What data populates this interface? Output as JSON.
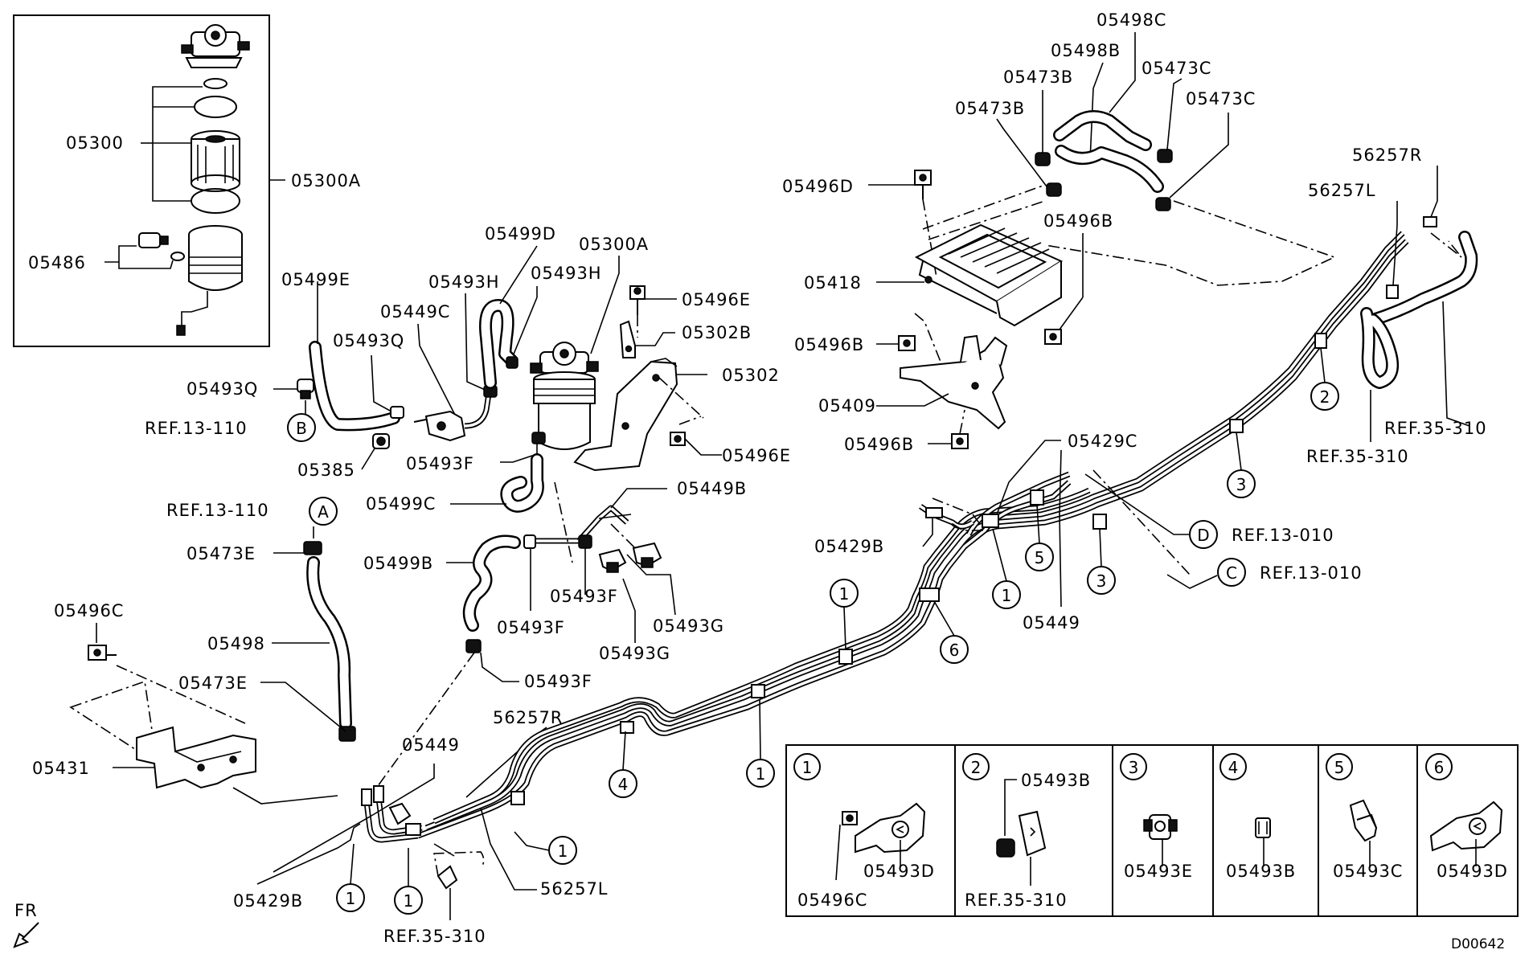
{
  "parts": {
    "p05300": "05300",
    "p05300A": "05300A",
    "p05486": "05486",
    "p05499E": "05499E",
    "p05493Q_a": "05493Q",
    "p05493Q_b": "05493Q",
    "p05449C": "05449C",
    "p05493H_a": "05493H",
    "p05493H_b": "05493H",
    "p05499D": "05499D",
    "p05300A_b": "05300A",
    "p05496E_a": "05496E",
    "p05302B": "05302B",
    "p05302": "05302",
    "p05496E_b": "05496E",
    "p05385": "05385",
    "p05493F_a": "05493F",
    "p05499C": "05499C",
    "p05449B": "05449B",
    "p05499B": "05499B",
    "p05493F_b": "05493F",
    "p05493F_c": "05493F",
    "p05493G_a": "05493G",
    "p05493G_b": "05493G",
    "p05493F_d": "05493F",
    "p05473E_a": "05473E",
    "p05498": "05498",
    "p05496C": "05496C",
    "p05473E_b": "05473E",
    "p05431": "05431",
    "p05449_a": "05449",
    "p56257R_a": "56257R",
    "p05429B_a": "05429B",
    "p56257L_a": "56257L",
    "p05498C": "05498C",
    "p05498B": "05498B",
    "p05473B_a": "05473B",
    "p05473C_a": "05473C",
    "p05473B_b": "05473B",
    "p05473C_b": "05473C",
    "p05496D": "05496D",
    "p05496B_a": "05496B",
    "p05418": "05418",
    "p05496B_b": "05496B",
    "p05409": "05409",
    "p05496B_c": "05496B",
    "p05429C": "05429C",
    "p05429B_b": "05429B",
    "p05449_b": "05449",
    "p56257R_b": "56257R",
    "p56257L_b": "56257L"
  },
  "refs": {
    "ref_13_110_b": "REF.13-110",
    "ref_13_110_a": "REF.13-110",
    "ref_13_010_d": "REF.13-010",
    "ref_13_010_c": "REF.13-010",
    "ref_35_310_a": "REF.35-310",
    "ref_35_310_b": "REF.35-310",
    "ref_35_310_c": "REF.35-310",
    "ref_35_310_d": "REF.35-310"
  },
  "circle_letters": {
    "a": "A",
    "b": "B",
    "c": "C",
    "d": "D"
  },
  "clip_numbers": {
    "n1": "1",
    "n2": "2",
    "n3": "3",
    "n4": "4",
    "n5": "5",
    "n6": "6"
  },
  "detail_table": {
    "cells": [
      {
        "num": "1",
        "parts": [
          "05496C",
          "05493D"
        ]
      },
      {
        "num": "2",
        "parts": [
          "05493B",
          "REF.35-310"
        ]
      },
      {
        "num": "3",
        "parts": [
          "05493E"
        ]
      },
      {
        "num": "4",
        "parts": [
          "05493B"
        ]
      },
      {
        "num": "5",
        "parts": [
          "05493C"
        ]
      },
      {
        "num": "6",
        "parts": [
          "05493D"
        ]
      }
    ]
  },
  "direction_label": "FR",
  "diagram_code": "D00642"
}
